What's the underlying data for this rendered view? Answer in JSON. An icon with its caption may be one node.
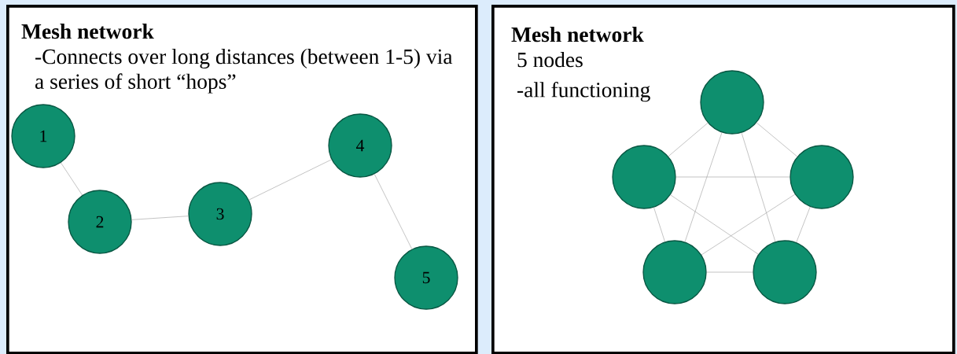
{
  "diagram": {
    "nodes": [
      {
        "text": [
          "Mesh network",
          "-Connects over long distances (between 1-5) via a series of short “hops”"
        ]
      },
      {
        "text": [
          "1"
        ],
        "in": 0
      },
      {
        "text": [
          "2"
        ],
        "in": 0
      },
      {
        "text": [
          "3"
        ],
        "in": 0
      },
      {
        "text": [
          "4"
        ],
        "in": 0
      },
      {
        "text": [
          "5"
        ],
        "in": 0
      },
      {
        "text": [
          "Mesh network",
          "5 nodes",
          "-all functioning"
        ]
      },
      {
        "text": [],
        "shape": "circle",
        "in": 6
      },
      {
        "text": [],
        "shape": "circle",
        "in": 6
      },
      {
        "text": [],
        "shape": "circle",
        "in": 6
      },
      {
        "text": [],
        "shape": "circle",
        "in": 6
      },
      {
        "text": [],
        "shape": "circle",
        "in": 6
      }
    ],
    "edges": [
      {
        "from": 1,
        "to": 2,
        "arrow": "none"
      },
      {
        "from": 2,
        "to": 3,
        "arrow": "none"
      },
      {
        "from": 3,
        "to": 4,
        "arrow": "none"
      },
      {
        "from": 4,
        "to": 5,
        "arrow": "none"
      },
      {
        "from": 7,
        "to": 8,
        "arrow": "none"
      },
      {
        "from": 7,
        "to": 9,
        "arrow": "none"
      },
      {
        "from": 7,
        "to": 10,
        "arrow": "none"
      },
      {
        "from": 7,
        "to": 11,
        "arrow": "none"
      },
      {
        "from": 8,
        "to": 9,
        "arrow": "none"
      },
      {
        "from": 8,
        "to": 10,
        "arrow": "none"
      },
      {
        "from": 8,
        "to": 11,
        "arrow": "none"
      },
      {
        "from": 9,
        "to": 10,
        "arrow": "none"
      },
      {
        "from": 9,
        "to": 11,
        "arrow": "none"
      },
      {
        "from": 10,
        "to": 11,
        "arrow": "none"
      }
    ]
  }
}
